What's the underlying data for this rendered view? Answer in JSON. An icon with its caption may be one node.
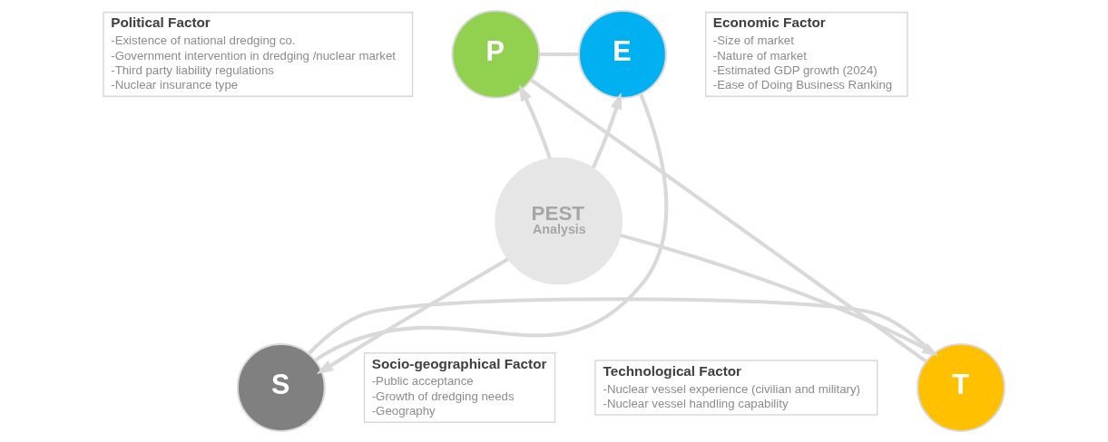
{
  "diagram": {
    "nodes": [
      {
        "text": [
          "Political Factor",
          "-Existence of national dredging co.",
          "-Government intervention in dredging /nuclear market",
          "-Third party liability regulations",
          "-Nuclear insurance type"
        ]
      },
      {
        "text": [
          "P"
        ]
      },
      {
        "text": [
          "E"
        ]
      },
      {
        "text": [
          "Economic Factor",
          "-Size of market",
          "-Nature of market",
          "-Estimated GDP growth (2024)",
          "-Ease of Doing Business Ranking"
        ]
      },
      {
        "text": [
          "PEST",
          "Analysis"
        ]
      },
      {
        "text": [
          "Technological Factor",
          "-Nuclear vessel experience (civilian and military)",
          "-Nuclear vessel handling capability"
        ]
      },
      {
        "text": [
          "T"
        ]
      },
      {
        "text": [
          "S"
        ]
      },
      {
        "text": [
          "Socio-geographical Factor",
          "-Public acceptance",
          "-Growth of dredging needs",
          "-Geography"
        ]
      }
    ],
    "edges": [
      {
        "from": 4,
        "to": 1,
        "arrow": "to"
      },
      {
        "from": 4,
        "to": 2,
        "arrow": "to"
      },
      {
        "from": 4,
        "to": 6,
        "arrow": "to"
      },
      {
        "from": 4,
        "to": 7,
        "arrow": "to"
      },
      {
        "from": 1,
        "to": 2,
        "arrow": "none"
      },
      {
        "from": 2,
        "to": 7,
        "arrow": "none"
      },
      {
        "from": 7,
        "to": 6,
        "arrow": "none"
      },
      {
        "from": 6,
        "to": 1,
        "arrow": "none"
      }
    ]
  }
}
